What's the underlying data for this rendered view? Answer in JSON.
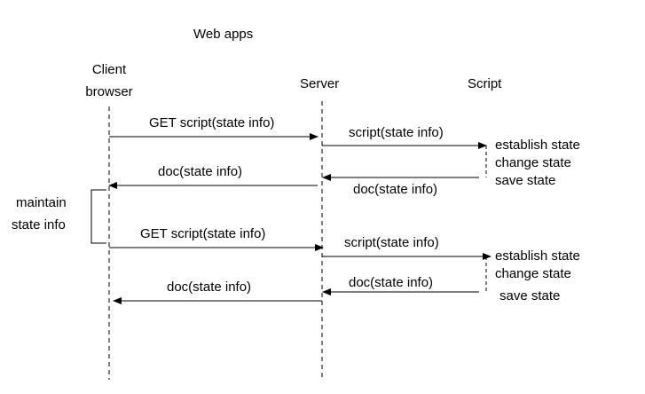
{
  "title": "Web apps",
  "actors": {
    "client_line1": "Client",
    "client_line2": "browser",
    "server": "Server",
    "script": "Script"
  },
  "exchange1": {
    "request": "GET script(state info)",
    "forward": "script(state info)",
    "script_return": "doc(state info)",
    "response": "doc(state info)",
    "steps": [
      "establish state",
      "change state",
      "save state"
    ]
  },
  "exchange2": {
    "request": "GET script(state info)",
    "forward": "script(state info)",
    "script_return": "doc(state info)",
    "response": "doc(state info)",
    "steps": [
      "establish state",
      "change state",
      "save state"
    ]
  },
  "client_note": {
    "line1": "maintain",
    "line2": "state info"
  }
}
